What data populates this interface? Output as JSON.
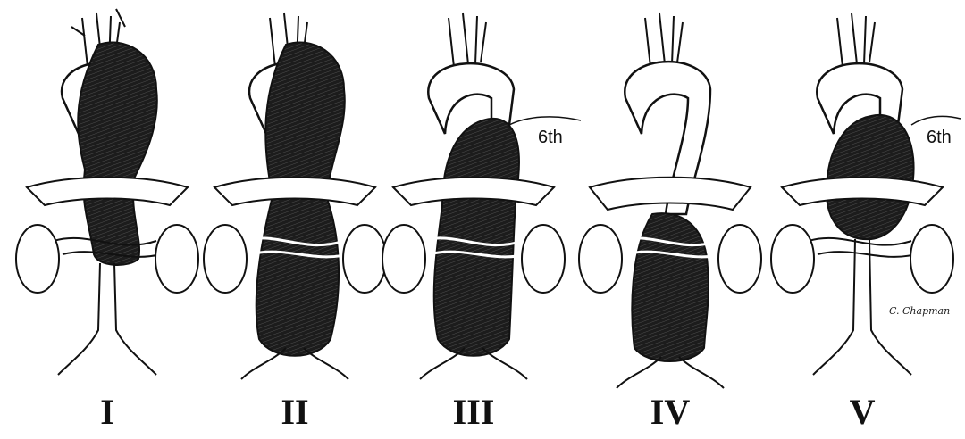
{
  "panels": [
    {
      "numeral": "I",
      "aneurysm": "thoracoabdominal-extent-1",
      "rib_label": ""
    },
    {
      "numeral": "II",
      "aneurysm": "thoracoabdominal-extent-2",
      "rib_label": ""
    },
    {
      "numeral": "III",
      "aneurysm": "thoracoabdominal-extent-3",
      "rib_label": "6th"
    },
    {
      "numeral": "IV",
      "aneurysm": "thoracoabdominal-extent-4",
      "rib_label": ""
    },
    {
      "numeral": "V",
      "aneurysm": "thoracoabdominal-extent-5",
      "rib_label": "6th"
    }
  ],
  "signature": "C. Chapman",
  "colors": {
    "ink": "#111111",
    "aneurysm": "#2a2a2a",
    "paper": "#ffffff"
  }
}
